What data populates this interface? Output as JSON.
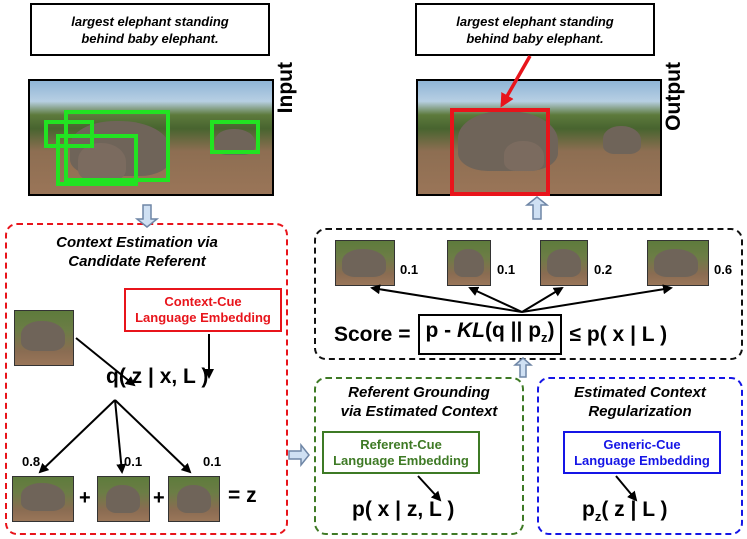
{
  "input": {
    "caption_line1": "largest elephant standing",
    "caption_line2": "behind baby elephant.",
    "label": "Input"
  },
  "output": {
    "caption_line1": "largest elephant standing",
    "caption_line2": "behind baby elephant.",
    "label": "Output"
  },
  "context_estimation": {
    "title_line1": "Context Estimation via",
    "title_line2": "Candidate Referent",
    "embedding_line1": "Context-Cue",
    "embedding_line2": "Language Embedding",
    "posterior": "q( z | x, L )",
    "weights": [
      "0.8",
      "0.1",
      "0.1"
    ],
    "plus": "+",
    "equals": "= z"
  },
  "scoring": {
    "scores": [
      "0.1",
      "0.1",
      "0.2",
      "0.6"
    ],
    "formula_prefix": "Score =",
    "formula_box_p": "p - ",
    "formula_box_kl": "KL",
    "formula_box_args": "(q || p",
    "formula_box_sub": "z",
    "formula_box_close": ")",
    "formula_bound": "≤ p( x | L )"
  },
  "referent_grounding": {
    "title_line1": "Referent Grounding",
    "title_line2": "via Estimated Context",
    "embedding_line1": "Referent-Cue",
    "embedding_line2": "Language Embedding",
    "likelihood": "p( x | z, L )"
  },
  "context_regularization": {
    "title_line1": "Estimated Context",
    "title_line2": "Regularization",
    "embedding_line1": "Generic-Cue",
    "embedding_line2": "Language Embedding",
    "prior_p": "p",
    "prior_sub": "z",
    "prior_rest": "( z | L )"
  },
  "colors": {
    "red": "#e8141b",
    "green": "#3e7a25",
    "blue": "#1515e6",
    "box_green": "#22e322",
    "arrow_fill": "#cfe0f3",
    "arrow_stroke": "#6f86a6"
  }
}
